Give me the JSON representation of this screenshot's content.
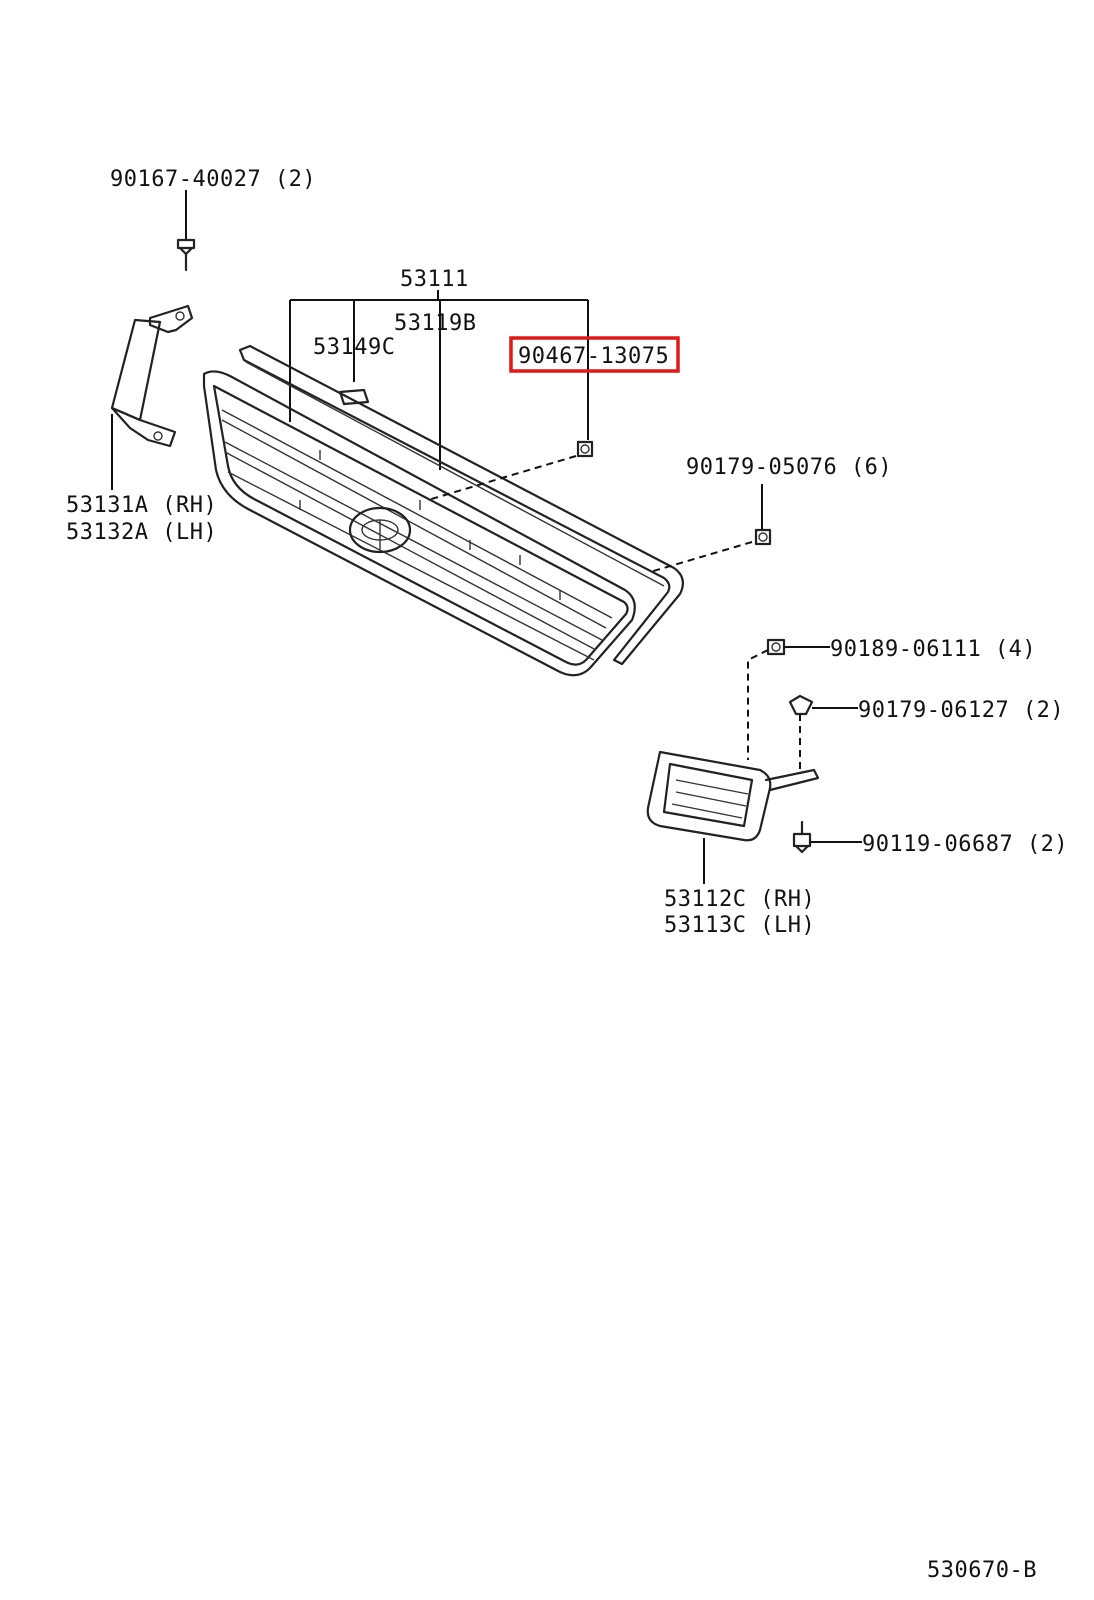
{
  "labels": {
    "screw_top": "90167-40027 (2)",
    "grille_assy": "53111",
    "grille_sub": "53119B",
    "emblem": "53149C",
    "highlighted_part": "90467-13075",
    "nut_right": "90179-05076 (6)",
    "bracket_rh": "53131A (RH)",
    "bracket_lh": "53132A (LH)",
    "clip_a": "90189-06111 (4)",
    "clip_b": "90179-06127 (2)",
    "bolt": "90119-06687 (2)",
    "side_grille_rh": "53112C (RH)",
    "side_grille_lh": "53113C (LH)",
    "diagram_code": "530670-B"
  },
  "colors": {
    "highlight": "#e01818",
    "line": "#111111",
    "background": "#ffffff"
  }
}
